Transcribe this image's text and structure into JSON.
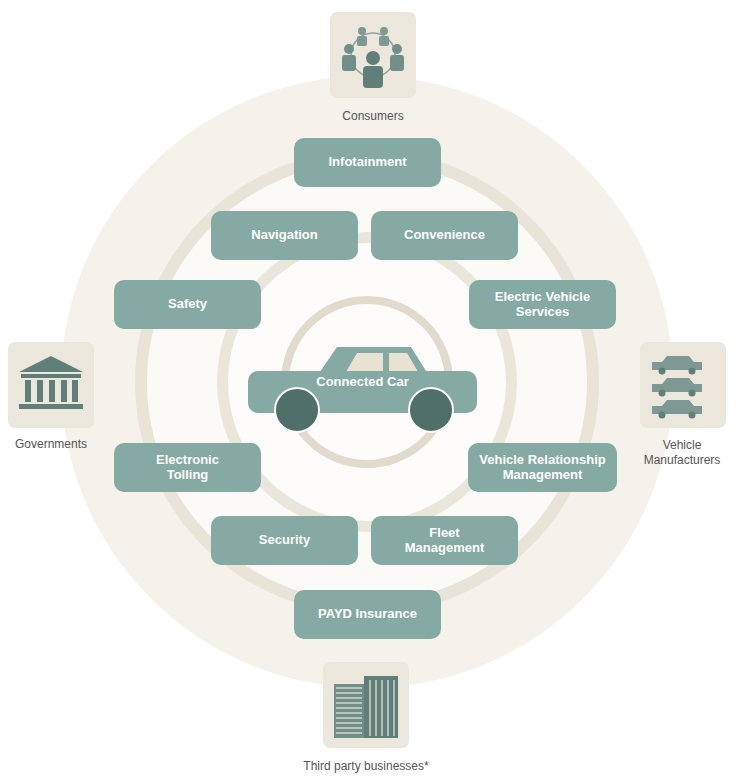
{
  "diagram": {
    "nodes": [
      {
        "text": [
          "Consumers"
        ]
      },
      {
        "text": [
          "Infotainment"
        ]
      },
      {
        "text": [
          "Navigation"
        ]
      },
      {
        "text": [
          "Convenience"
        ]
      },
      {
        "text": [
          "Safety"
        ]
      },
      {
        "text": [
          "Electric Vehicle Services"
        ]
      },
      {
        "text": [
          "Governments"
        ]
      },
      {
        "text": [
          "Connected Car"
        ]
      },
      {
        "text": [
          "Vehicle Manufacturers"
        ]
      },
      {
        "text": [
          "Electronic Tolling"
        ]
      },
      {
        "text": [
          "Vehicle Relationship Management"
        ]
      },
      {
        "text": [
          "Security"
        ]
      },
      {
        "text": [
          "Fleet Management"
        ]
      },
      {
        "text": [
          "PAYD Insurance"
        ]
      },
      {
        "text": [
          "Third party businesses*"
        ]
      }
    ]
  }
}
